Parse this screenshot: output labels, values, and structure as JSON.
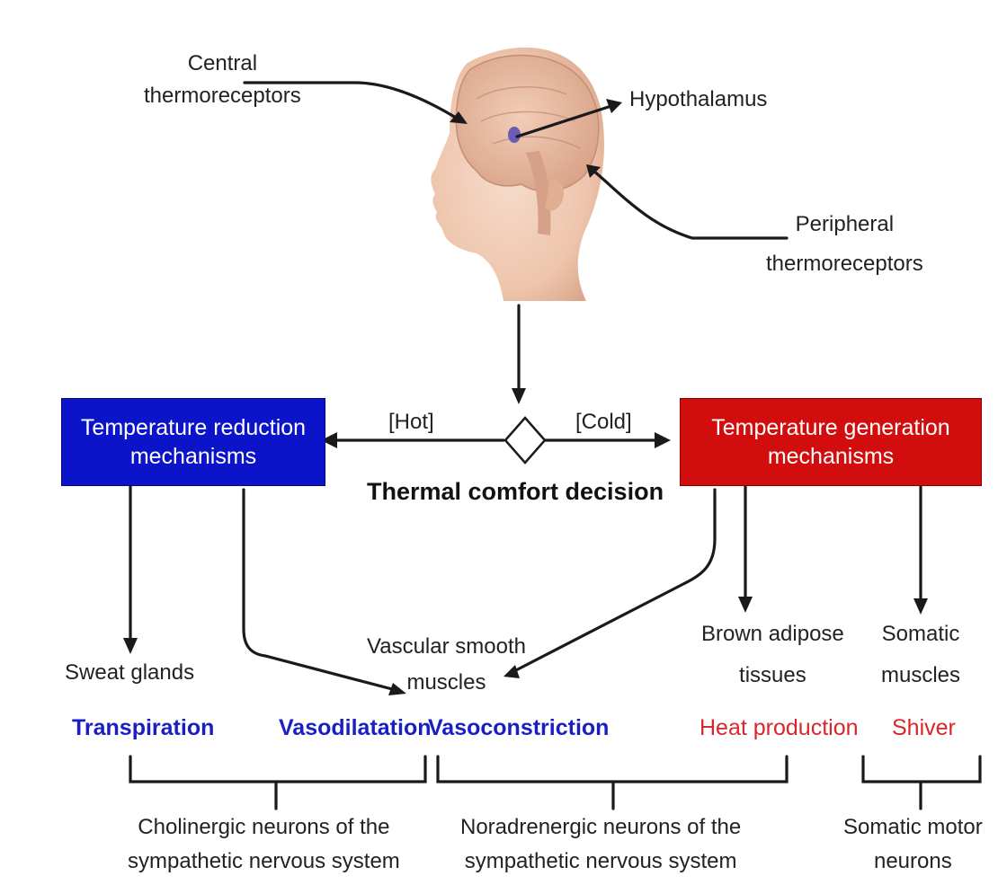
{
  "labels": {
    "central": "Central\nthermoreceptors",
    "hypothalamus": "Hypothalamus",
    "peripheral": "Peripheral\nthermoreceptors",
    "hot": "[Hot]",
    "cold": "[Cold]",
    "decision": "Thermal comfort decision"
  },
  "boxes": {
    "reduction": "Temperature reduction\nmechanisms",
    "generation": "Temperature generation\nmechanisms"
  },
  "effectors": {
    "sweat": "Sweat glands",
    "vascular": "Vascular smooth\nmuscles",
    "brown": "Brown adipose\ntissues",
    "somatic": "Somatic\nmuscles"
  },
  "responses": {
    "transpiration": "Transpiration",
    "vasodilatation": "Vasodilatation",
    "vasoconstriction": "Vasoconstriction",
    "heat": "Heat production",
    "shiver": "Shiver"
  },
  "neurons": {
    "cholinergic": "Cholinergic neurons of the\nsympathetic nervous system",
    "noradrenergic": "Noradrenergic neurons of the\nsympathetic nervous system",
    "somatic_motor": "Somatic motor\nneurons"
  },
  "colors": {
    "reduction_box": "#0b14c8",
    "generation_box": "#d10d0d",
    "blue_text": "#1a1fc2",
    "red_text": "#d9262a"
  }
}
